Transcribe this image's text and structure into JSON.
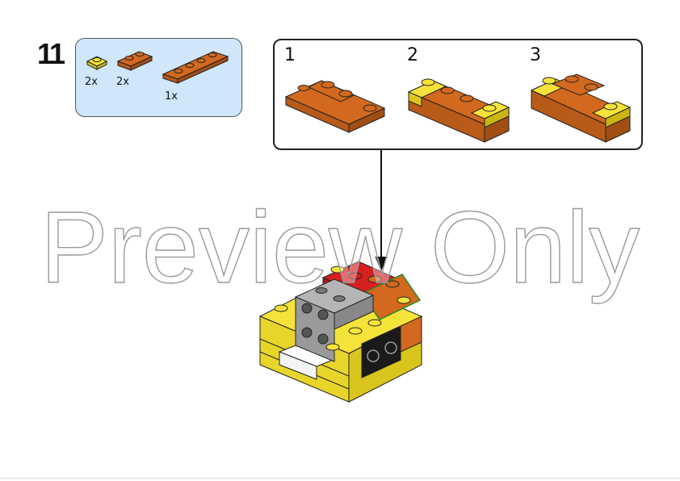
{
  "step": {
    "number": "11"
  },
  "parts_list": {
    "items": [
      {
        "quantity": "2x",
        "part": "1x1 plate",
        "color": "#f5e33a"
      },
      {
        "quantity": "2x",
        "part": "1x2 plate",
        "color": "#d2691e"
      },
      {
        "quantity": "1x",
        "part": "1x4 plate",
        "color": "#d2691e"
      }
    ]
  },
  "sub_assembly": {
    "steps": [
      {
        "number": "1"
      },
      {
        "number": "2"
      },
      {
        "number": "3"
      }
    ]
  },
  "watermark": {
    "text": "Preview Only"
  },
  "colors": {
    "orange": "#d2691e",
    "yellow": "#f5e33a",
    "gray": "#9a9a9a",
    "red": "#d42020",
    "black": "#1a1a1a",
    "parts_bg": "#cfe6fb"
  }
}
